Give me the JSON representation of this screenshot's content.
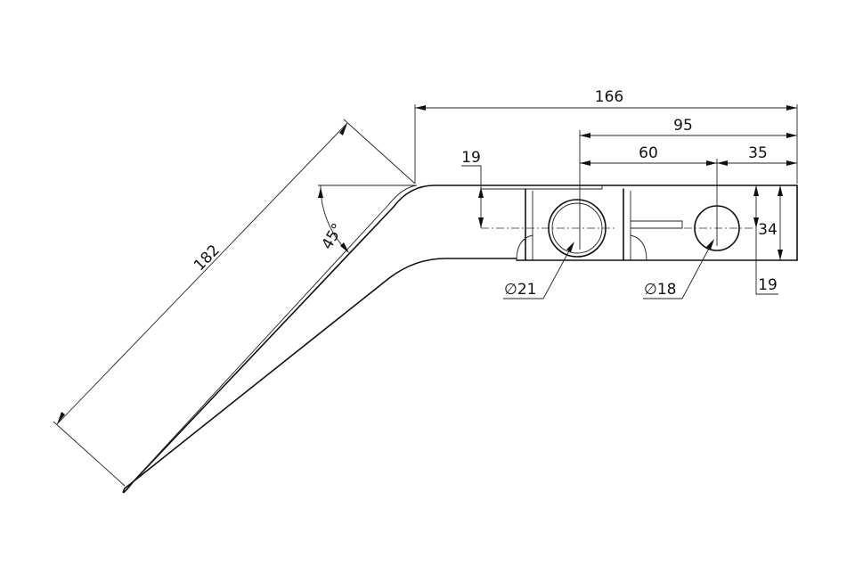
{
  "dimensions": {
    "overall_length": "166",
    "hole_span": "95",
    "hole_spacing": "60",
    "end_offset": "35",
    "flange_offset": "19",
    "height": "34",
    "half_height": "19",
    "arm_length": "182",
    "bend_angle": "45°"
  },
  "holes": {
    "large_diameter": "21",
    "small_diameter": "18",
    "diameter_symbol": "∅"
  }
}
